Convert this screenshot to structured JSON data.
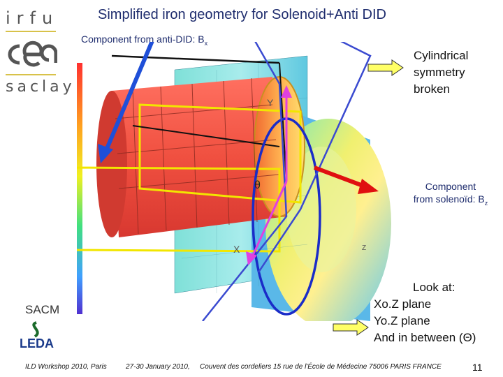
{
  "title": "Simplified iron geometry for Solenoid+Anti DID",
  "anti_component": {
    "prefix": "Component from anti-DID: B",
    "sub": "x"
  },
  "logos": {
    "top": "irfu",
    "middle": "cea",
    "bottom": "saclay",
    "lab": "SACM",
    "leda": "LEDA"
  },
  "cylindrical": [
    "Cylindrical",
    "symmetry",
    "broken"
  ],
  "solenoid_component": {
    "line1": "Component",
    "line2_prefix": "from solenoïd: B",
    "sub": "z"
  },
  "look_at": [
    "Look at:",
    "Xo.Z plane",
    "Yo.Z plane",
    "And in between (Θ)"
  ],
  "axes": {
    "y": "Y",
    "x": "X",
    "theta": "θ",
    "z": "Z"
  },
  "footer": {
    "workshop": "ILD Workshop 2010, Paris",
    "dates": "27-30 January 2010,",
    "venue": "Couvent des cordeliers  15 rue de l'École de Médecine 75006 PARIS FRANCE"
  },
  "page_number": "11",
  "colors": {
    "title": "#1f2d6e",
    "arrow_blue": "#1f4fd8",
    "arrow_red": "#e01010",
    "arrow_magenta": "#e040e0",
    "plane_yellow": "#f2e600",
    "ellipse_blue": "#1a2cc8",
    "callout_arrow_fill": "#ffff66"
  }
}
